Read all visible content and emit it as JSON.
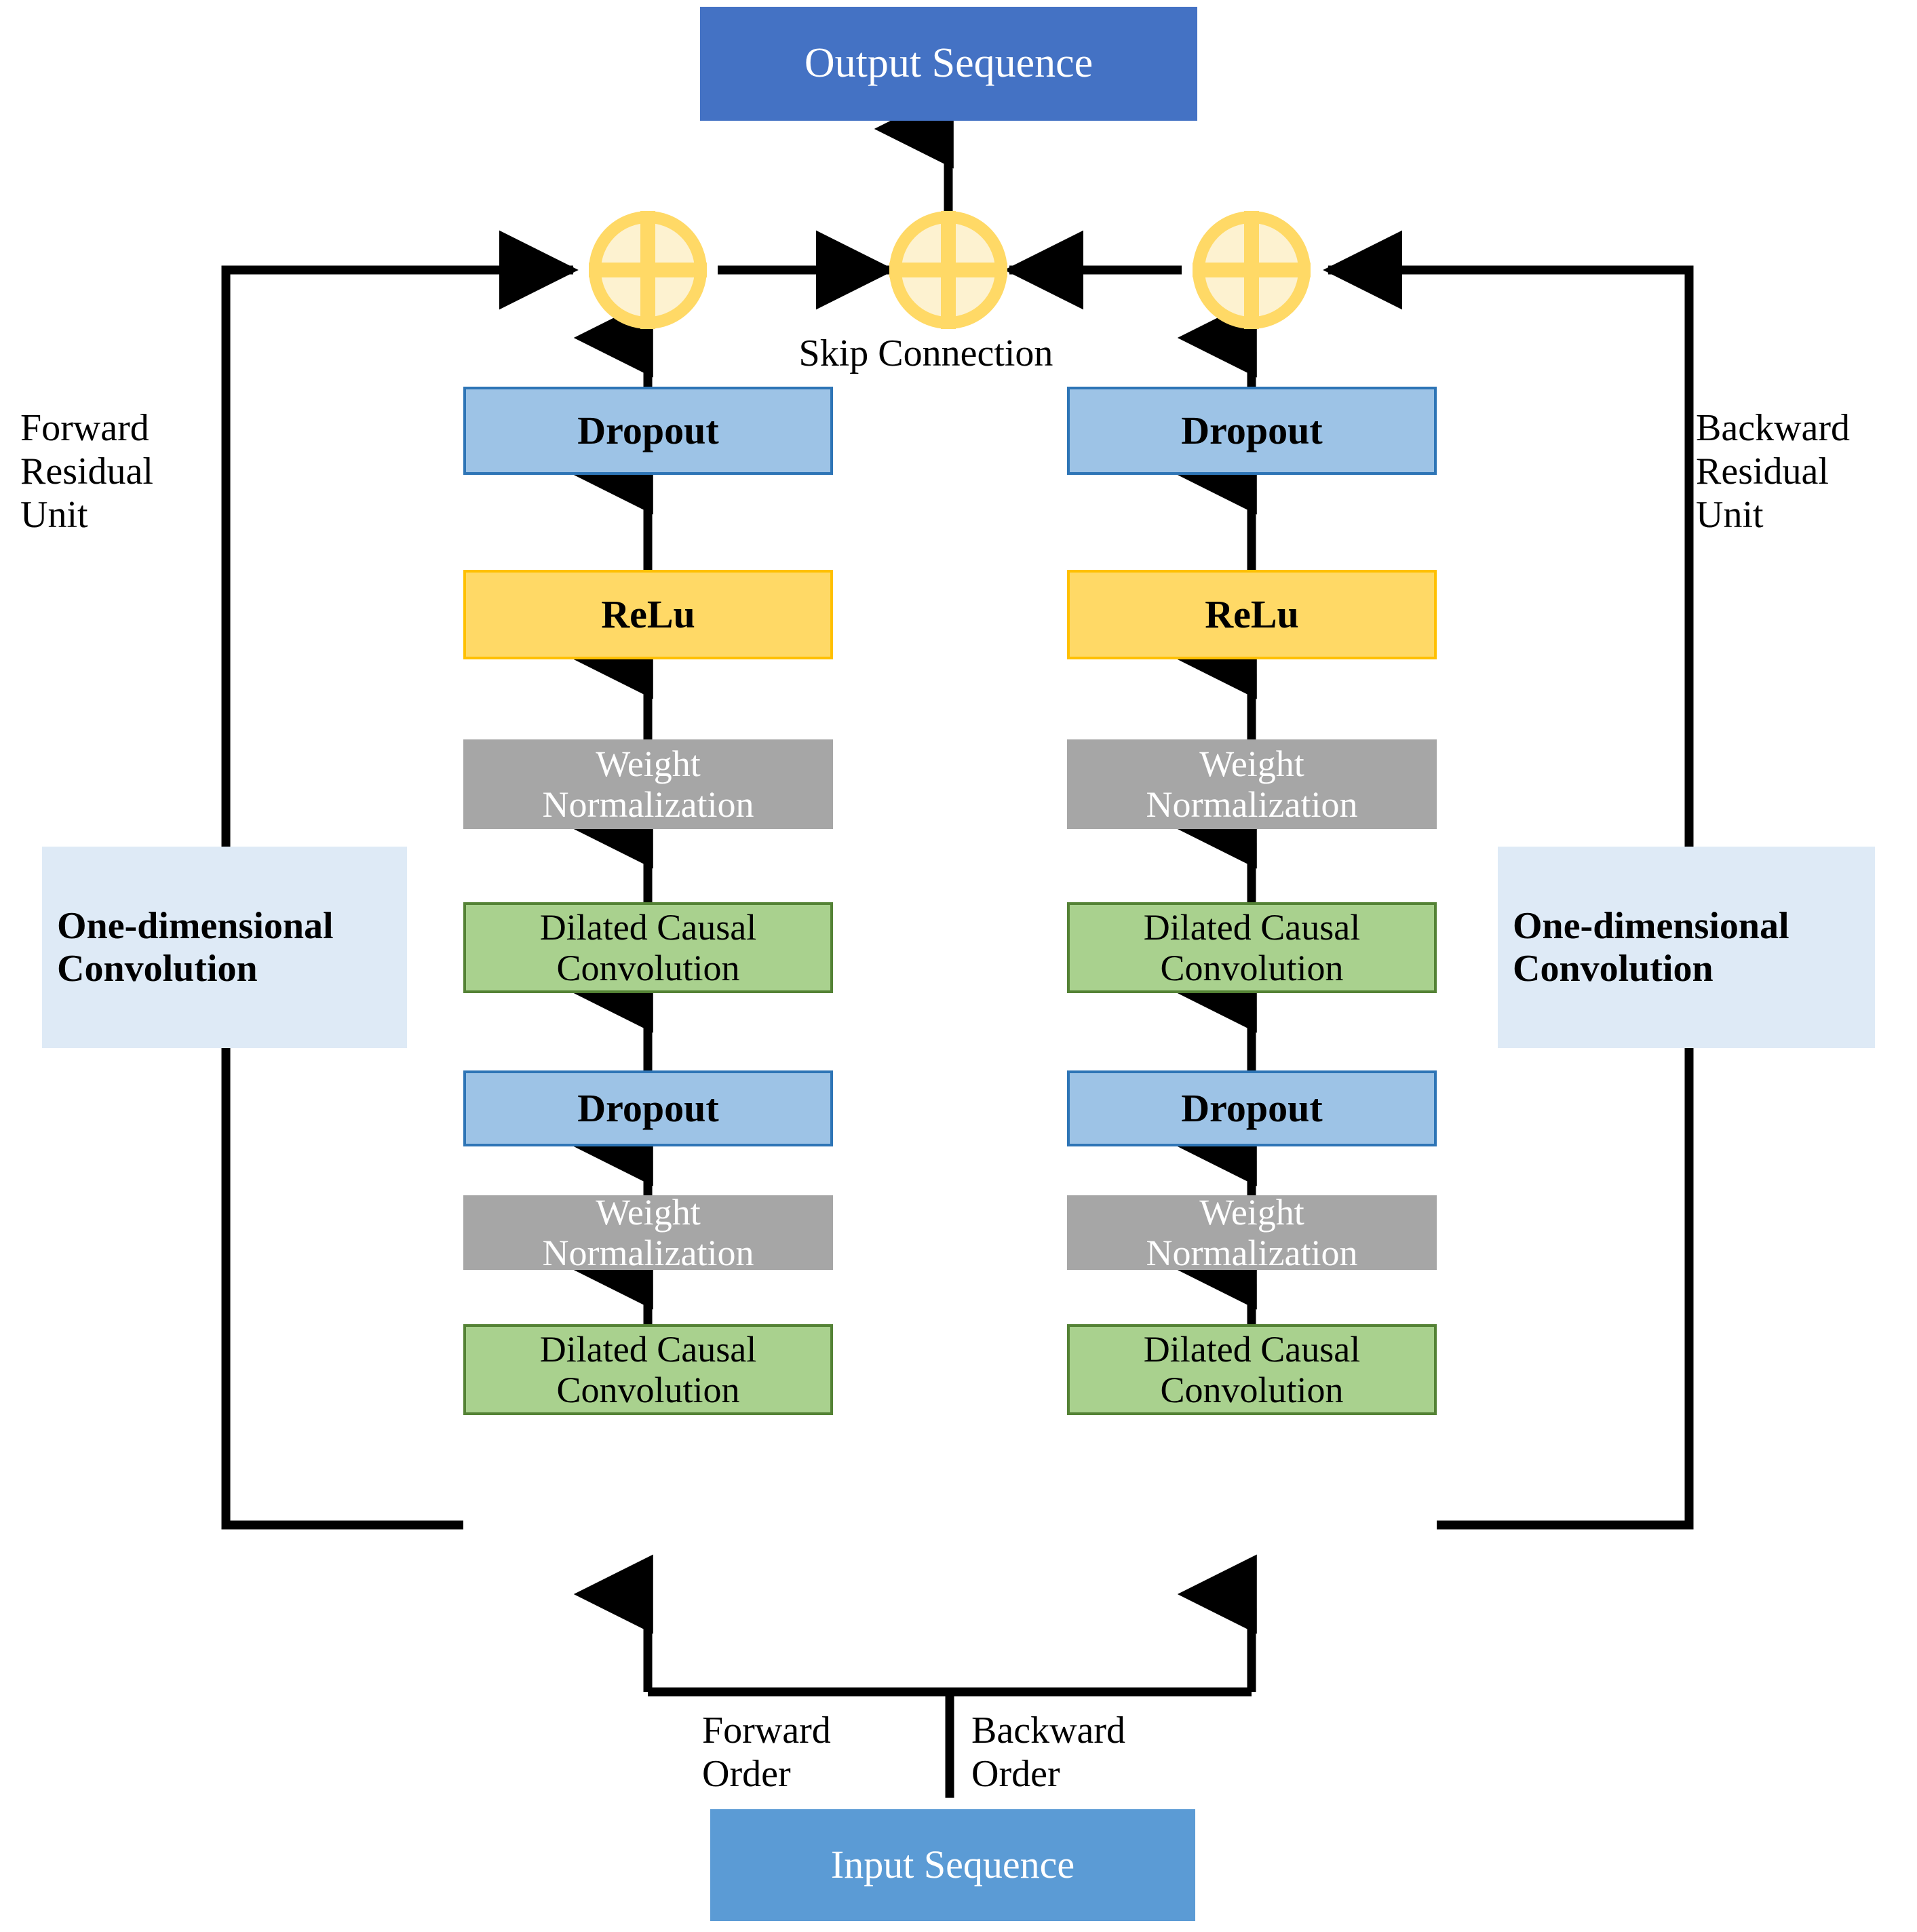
{
  "diagram": {
    "title": "Bidirectional Temporal Convolutional Network Residual Block",
    "colors": {
      "output_box": "#4472C4",
      "input_box": "#5B9BD5",
      "dropout": "#9DC3E6",
      "dropout_border": "#2E75B6",
      "relu": "#FFD966",
      "relu_border": "#FFC000",
      "weight_norm": "#A6A6A6",
      "dilated_conv": "#A9D18E",
      "dilated_conv_border": "#548235",
      "one_dim_conv": "#DEEAF6",
      "plus_fill": "#FDF2D0",
      "plus_border": "#FFD966",
      "wire": "#000000"
    }
  },
  "nodes": {
    "output_sequence": "Output Sequence",
    "input_sequence": "Input Sequence",
    "dropout": "Dropout",
    "relu": "ReLu",
    "weight_normalization": "Weight\nNormalization",
    "dilated_causal_convolution": "Dilated Causal\nConvolution",
    "one_dimensional_convolution": "One-dimensional\nConvolution"
  },
  "labels": {
    "skip_connection": "Skip Connection",
    "forward_residual_unit": "Forward\nResidual\nUnit",
    "backward_residual_unit": "Backward\nResidual\nUnit",
    "forward_order": "Forward\nOrder",
    "backward_order": "Backward\nOrder"
  },
  "icons": {
    "add_operator": "plus-circle-icon",
    "arrow": "arrow-head-icon"
  },
  "branches": {
    "forward": {
      "name": "Forward Residual Unit",
      "stack_bottom_to_top": [
        "Dilated Causal Convolution",
        "Weight Normalization",
        "Dropout",
        "Dilated Causal Convolution",
        "Weight Normalization",
        "ReLu",
        "Dropout"
      ],
      "residual_path": "One-dimensional Convolution"
    },
    "backward": {
      "name": "Backward Residual Unit",
      "stack_bottom_to_top": [
        "Dilated Causal Convolution",
        "Weight Normalization",
        "Dropout",
        "Dilated Causal Convolution",
        "Weight Normalization",
        "ReLu",
        "Dropout"
      ],
      "residual_path": "One-dimensional Convolution"
    }
  }
}
